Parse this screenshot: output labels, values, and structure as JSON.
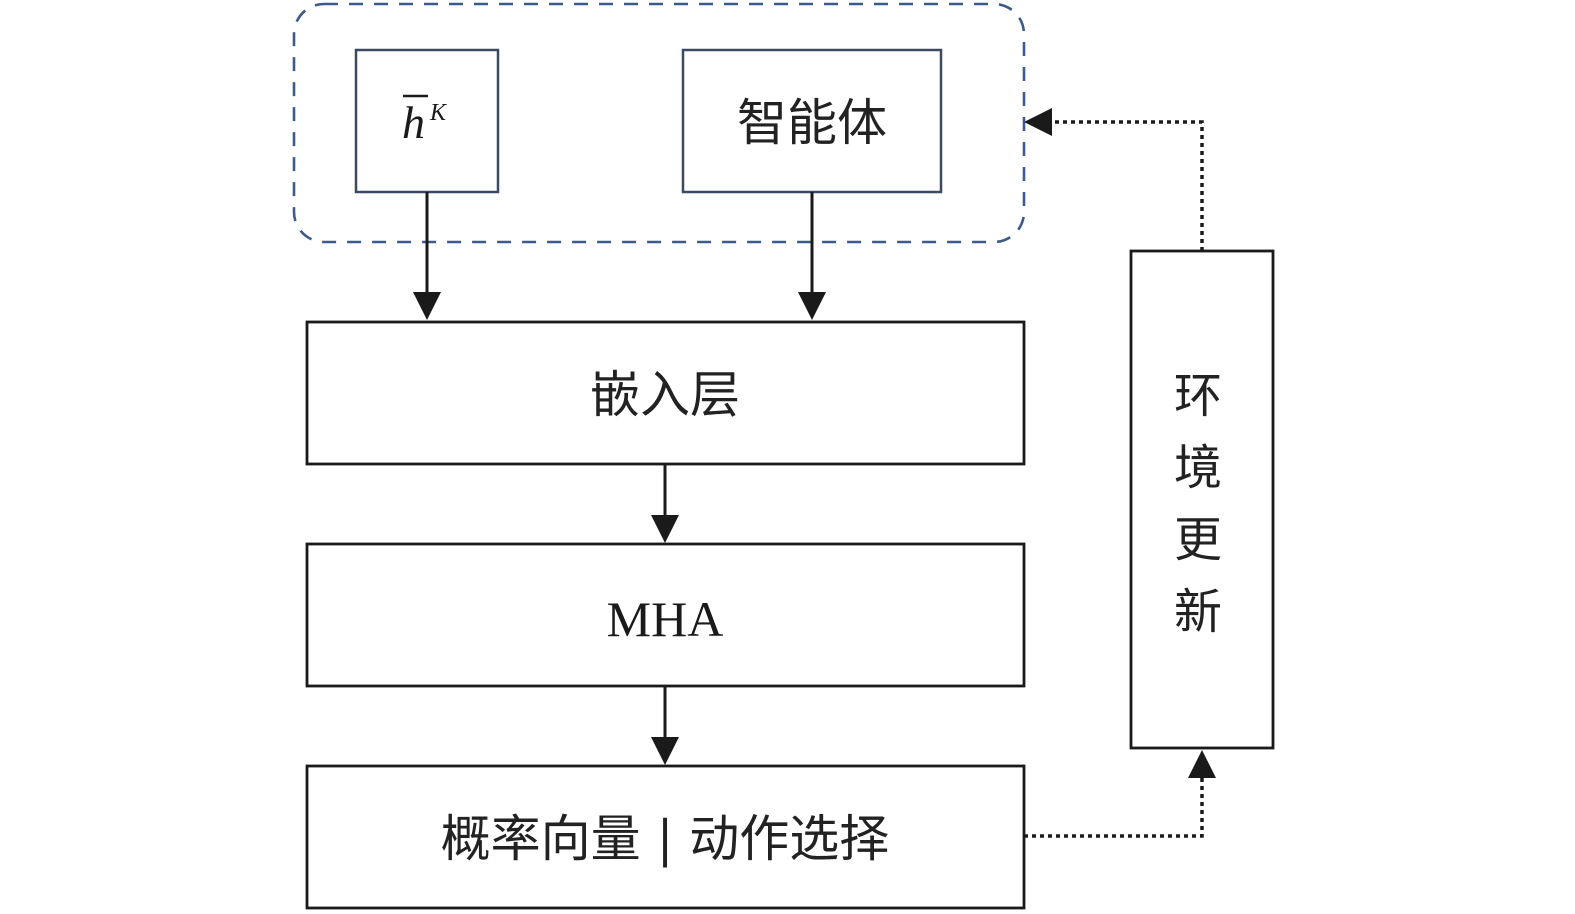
{
  "diagram": {
    "group": {
      "label": "input-group",
      "border_color": "#3d5a8c"
    },
    "nodes": {
      "h_bar": {
        "symbol": "h",
        "superscript": "K",
        "overline": true
      },
      "agent": {
        "label": "智能体"
      },
      "embedding": {
        "label": "嵌入层"
      },
      "mha": {
        "label": "MHA"
      },
      "output": {
        "label": "概率向量 | 动作选择"
      },
      "env": {
        "label_chars": [
          "环",
          "境",
          "更",
          "新"
        ]
      }
    },
    "edges": [
      {
        "from": "h_bar",
        "to": "embedding",
        "style": "solid"
      },
      {
        "from": "agent",
        "to": "embedding",
        "style": "solid"
      },
      {
        "from": "embedding",
        "to": "mha",
        "style": "solid"
      },
      {
        "from": "mha",
        "to": "output",
        "style": "solid"
      },
      {
        "from": "output",
        "to": "env",
        "style": "dotted"
      },
      {
        "from": "env",
        "to": "input-group",
        "style": "dotted"
      }
    ],
    "colors": {
      "box_stroke": "#1a1a1a",
      "top_box_stroke": "#3b4a63",
      "dash": "#3d5a8c"
    }
  }
}
